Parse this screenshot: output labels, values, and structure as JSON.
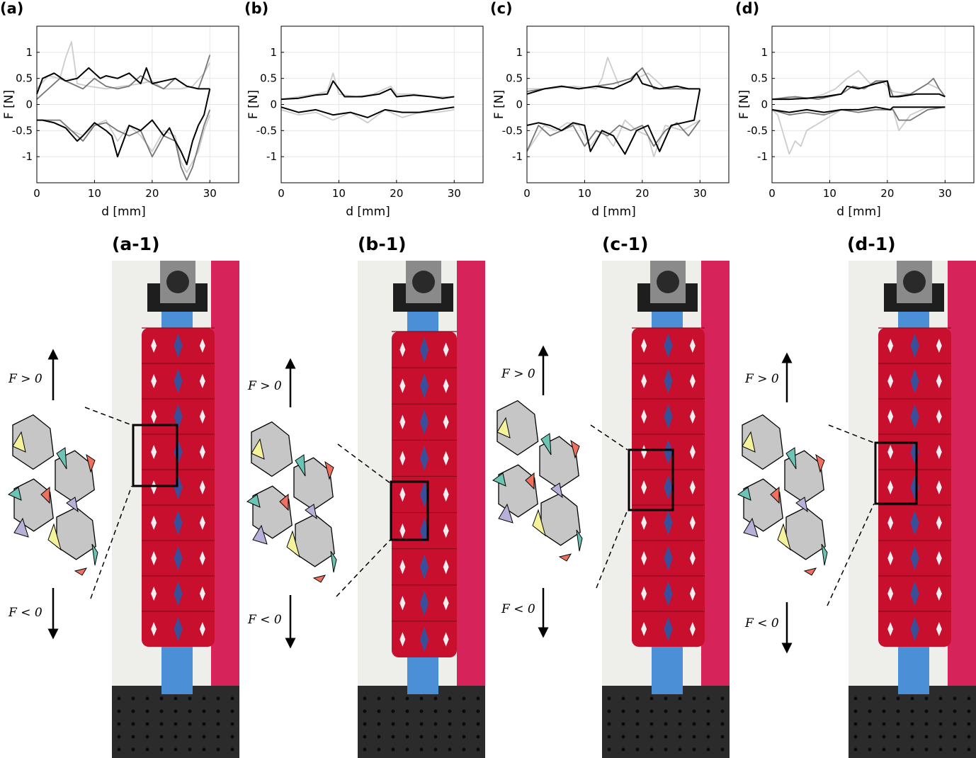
{
  "chart_data": [
    {
      "type": "line",
      "panel": "(a)",
      "xlabel": "d [mm]",
      "ylabel": "F [N]",
      "xlim": [
        0,
        35
      ],
      "ylim": [
        -1.5,
        1.5
      ],
      "xticks": [
        0,
        10,
        20,
        30
      ],
      "yticks": [
        -1,
        -0.5,
        0,
        0.5,
        1
      ],
      "grid": true,
      "series": [
        {
          "color": "#cccccc",
          "x": [
            0,
            2,
            4,
            5,
            6,
            7,
            9,
            12,
            15,
            18,
            20,
            22,
            25,
            27,
            29,
            30
          ],
          "y": [
            0.3,
            0.55,
            0.5,
            0.9,
            1.2,
            0.4,
            0.35,
            0.3,
            0.35,
            0.4,
            0.45,
            0.3,
            0.3,
            0.35,
            0.6,
            0.8
          ]
        },
        {
          "color": "#cccccc",
          "x": [
            30,
            29,
            28,
            26,
            25,
            24,
            22,
            20,
            18,
            16,
            14,
            12,
            10,
            8,
            6,
            4,
            2,
            0
          ],
          "y": [
            -0.2,
            -0.5,
            -0.9,
            -1.3,
            -1.1,
            -0.6,
            -0.5,
            -0.9,
            -0.6,
            -0.4,
            -0.7,
            -0.3,
            -0.4,
            -0.6,
            -0.5,
            -0.4,
            -0.3,
            -0.3
          ]
        },
        {
          "color": "#777777",
          "x": [
            0,
            2,
            4,
            6,
            8,
            10,
            12,
            14,
            16,
            18,
            20,
            22,
            24,
            26,
            28,
            29,
            30
          ],
          "y": [
            0.1,
            0.3,
            0.5,
            0.4,
            0.3,
            0.5,
            0.35,
            0.3,
            0.35,
            0.55,
            0.4,
            0.3,
            0.5,
            0.35,
            0.3,
            0.6,
            0.95
          ]
        },
        {
          "color": "#777777",
          "x": [
            30,
            29,
            28,
            27,
            26,
            25,
            24,
            22,
            20,
            18,
            16,
            14,
            12,
            10,
            8,
            6,
            4,
            2,
            0
          ],
          "y": [
            -0.1,
            -0.4,
            -0.8,
            -1.2,
            -1.45,
            -1.2,
            -0.7,
            -0.6,
            -1.0,
            -0.5,
            -0.6,
            -0.5,
            -0.35,
            -0.4,
            -0.7,
            -0.5,
            -0.3,
            -0.3,
            -0.3
          ]
        },
        {
          "color": "#000000",
          "x": [
            0,
            1,
            3,
            5,
            7,
            9,
            11,
            12,
            14,
            16,
            18,
            19,
            20,
            22,
            24,
            26,
            28,
            30
          ],
          "y": [
            0.2,
            0.5,
            0.6,
            0.45,
            0.5,
            0.7,
            0.5,
            0.55,
            0.5,
            0.6,
            0.4,
            0.7,
            0.4,
            0.45,
            0.5,
            0.35,
            0.3,
            0.3
          ]
        },
        {
          "color": "#000000",
          "x": [
            30,
            29,
            28,
            27,
            26,
            25,
            24,
            23,
            22,
            20,
            18,
            16,
            14,
            13,
            12,
            10,
            8,
            7,
            5,
            3,
            1,
            0
          ],
          "y": [
            0.3,
            -0.2,
            -0.4,
            -0.7,
            -1.15,
            -0.9,
            -0.7,
            -0.45,
            -0.6,
            -0.3,
            -0.5,
            -0.4,
            -1.0,
            -0.6,
            -0.5,
            -0.35,
            -0.6,
            -0.7,
            -0.45,
            -0.35,
            -0.3,
            -0.3
          ]
        }
      ]
    },
    {
      "type": "line",
      "panel": "(b)",
      "xlabel": "d [mm]",
      "ylabel": "F [N]",
      "xlim": [
        0,
        35
      ],
      "ylim": [
        -1.5,
        1.5
      ],
      "xticks": [
        0,
        10,
        20,
        30
      ],
      "yticks": [
        -1,
        -0.5,
        0,
        0.5,
        1
      ],
      "grid": true,
      "series": [
        {
          "color": "#cccccc",
          "x": [
            0,
            3,
            6,
            8,
            9,
            10,
            13,
            16,
            19,
            20,
            23,
            26,
            28,
            30
          ],
          "y": [
            0.1,
            0.15,
            0.2,
            0.25,
            0.6,
            0.2,
            0.15,
            0.2,
            0.35,
            0.2,
            0.2,
            0.15,
            0.15,
            0.15
          ]
        },
        {
          "color": "#cccccc",
          "x": [
            30,
            27,
            24,
            21,
            18,
            15,
            12,
            9,
            6,
            3,
            0
          ],
          "y": [
            -0.1,
            -0.15,
            -0.15,
            -0.25,
            -0.1,
            -0.35,
            -0.15,
            -0.3,
            -0.15,
            -0.2,
            -0.1
          ]
        },
        {
          "color": "#000000",
          "x": [
            0,
            3,
            6,
            8,
            9,
            11,
            14,
            17,
            19,
            20,
            23,
            26,
            28,
            30
          ],
          "y": [
            0.1,
            0.12,
            0.18,
            0.2,
            0.45,
            0.15,
            0.15,
            0.2,
            0.3,
            0.15,
            0.18,
            0.15,
            0.12,
            0.15
          ]
        },
        {
          "color": "#000000",
          "x": [
            30,
            27,
            24,
            21,
            18,
            15,
            12,
            9,
            6,
            3,
            0
          ],
          "y": [
            -0.05,
            -0.1,
            -0.15,
            -0.15,
            -0.1,
            -0.25,
            -0.15,
            -0.2,
            -0.1,
            -0.15,
            -0.05
          ]
        }
      ]
    },
    {
      "type": "line",
      "panel": "(c)",
      "xlabel": "d [mm]",
      "ylabel": "F [N]",
      "xlim": [
        0,
        35
      ],
      "ylim": [
        -1.5,
        1.5
      ],
      "xticks": [
        0,
        10,
        20,
        30
      ],
      "yticks": [
        -1,
        -0.5,
        0,
        0.5,
        1
      ],
      "grid": true,
      "series": [
        {
          "color": "#cccccc",
          "x": [
            0,
            4,
            8,
            12,
            13,
            14,
            16,
            19,
            21,
            24,
            27,
            30
          ],
          "y": [
            0.3,
            0.3,
            0.35,
            0.3,
            0.5,
            0.9,
            0.35,
            0.5,
            0.6,
            0.3,
            0.3,
            0.3
          ]
        },
        {
          "color": "#cccccc",
          "x": [
            30,
            27,
            24,
            22,
            21,
            19,
            17,
            15,
            13,
            11,
            9,
            7,
            5,
            3,
            0
          ],
          "y": [
            -0.3,
            -0.5,
            -0.4,
            -1.0,
            -0.6,
            -0.5,
            -0.3,
            -0.8,
            -0.5,
            -0.8,
            -0.4,
            -0.35,
            -0.5,
            -0.4,
            -0.9
          ]
        },
        {
          "color": "#777777",
          "x": [
            0,
            3,
            6,
            9,
            12,
            15,
            18,
            20,
            22,
            25,
            28,
            30
          ],
          "y": [
            0.25,
            0.3,
            0.35,
            0.3,
            0.35,
            0.4,
            0.5,
            0.7,
            0.3,
            0.3,
            0.3,
            0.3
          ]
        },
        {
          "color": "#777777",
          "x": [
            30,
            28,
            26,
            24,
            22,
            20,
            18,
            16,
            14,
            12,
            10,
            8,
            6,
            4,
            2,
            0
          ],
          "y": [
            -0.3,
            -0.6,
            -0.35,
            -0.5,
            -0.8,
            -0.4,
            -0.5,
            -0.4,
            -0.6,
            -0.5,
            -0.8,
            -0.4,
            -0.5,
            -0.6,
            -0.4,
            -0.9
          ]
        },
        {
          "color": "#000000",
          "x": [
            0,
            3,
            6,
            9,
            12,
            15,
            18,
            19,
            20,
            23,
            26,
            28,
            30
          ],
          "y": [
            0.2,
            0.3,
            0.35,
            0.3,
            0.35,
            0.3,
            0.45,
            0.6,
            0.4,
            0.3,
            0.35,
            0.3,
            0.3
          ]
        },
        {
          "color": "#000000",
          "x": [
            30,
            29,
            27,
            25,
            23,
            21,
            19,
            17,
            15,
            13,
            11,
            10,
            8,
            6,
            4,
            2,
            0
          ],
          "y": [
            0.3,
            -0.3,
            -0.35,
            -0.4,
            -0.9,
            -0.4,
            -0.5,
            -0.95,
            -0.6,
            -0.5,
            -0.9,
            -0.4,
            -0.35,
            -0.5,
            -0.4,
            -0.35,
            -0.4
          ]
        }
      ]
    },
    {
      "type": "line",
      "panel": "(d)",
      "xlabel": "d [mm]",
      "ylabel": "F [N]",
      "xlim": [
        0,
        35
      ],
      "ylim": [
        -1.5,
        1.5
      ],
      "xticks": [
        0,
        10,
        20,
        30
      ],
      "yticks": [
        -1,
        -0.5,
        0,
        0.5,
        1
      ],
      "grid": true,
      "series": [
        {
          "color": "#cccccc",
          "x": [
            0,
            3,
            6,
            9,
            11,
            13,
            15,
            17,
            19,
            21,
            24,
            27,
            29,
            30
          ],
          "y": [
            0.1,
            0.15,
            0.1,
            0.2,
            0.3,
            0.5,
            0.65,
            0.4,
            0.45,
            0.25,
            0.2,
            0.4,
            0.3,
            0.15
          ]
        },
        {
          "color": "#cccccc",
          "x": [
            30,
            27,
            24,
            22,
            21,
            18,
            15,
            12,
            9,
            6,
            5,
            4,
            3,
            1,
            0
          ],
          "y": [
            -0.05,
            -0.05,
            -0.2,
            -0.5,
            -0.1,
            -0.1,
            -0.1,
            -0.1,
            -0.3,
            -0.5,
            -0.8,
            -0.7,
            -0.95,
            -0.2,
            -0.1
          ]
        },
        {
          "color": "#777777",
          "x": [
            0,
            4,
            8,
            12,
            14,
            16,
            18,
            20,
            21,
            24,
            27,
            28,
            29,
            30
          ],
          "y": [
            0.1,
            0.15,
            0.1,
            0.2,
            0.35,
            0.3,
            0.45,
            0.45,
            0.15,
            0.2,
            0.4,
            0.5,
            0.3,
            0.15
          ]
        },
        {
          "color": "#777777",
          "x": [
            30,
            27,
            24,
            22,
            21,
            18,
            15,
            12,
            9,
            6,
            3,
            0
          ],
          "y": [
            -0.05,
            -0.1,
            -0.3,
            -0.3,
            -0.1,
            -0.1,
            -0.15,
            -0.1,
            -0.2,
            -0.15,
            -0.2,
            -0.1
          ]
        },
        {
          "color": "#000000",
          "x": [
            0,
            3,
            6,
            9,
            12,
            13,
            15,
            18,
            20,
            20.5,
            22,
            25,
            28,
            29,
            30
          ],
          "y": [
            0.1,
            0.1,
            0.12,
            0.15,
            0.2,
            0.35,
            0.3,
            0.4,
            0.45,
            0.15,
            0.15,
            0.2,
            0.2,
            0.2,
            0.15
          ]
        },
        {
          "color": "#000000",
          "x": [
            30,
            27,
            24,
            21,
            20.5,
            18,
            15,
            12,
            9,
            6,
            3,
            0
          ],
          "y": [
            -0.05,
            -0.05,
            -0.05,
            -0.05,
            -0.1,
            -0.05,
            -0.1,
            -0.1,
            -0.15,
            -0.1,
            -0.15,
            -0.1
          ]
        }
      ]
    }
  ],
  "panels": [
    {
      "label": "(a)",
      "title": "(a-1)",
      "f_pos": "F > 0",
      "f_neg": "F < 0"
    },
    {
      "label": "(b)",
      "title": "(b-1)",
      "f_pos": "F > 0",
      "f_neg": "F < 0"
    },
    {
      "label": "(c)",
      "title": "(c-1)",
      "f_pos": "F > 0",
      "f_neg": "F < 0"
    },
    {
      "label": "(d)",
      "title": "(d-1)",
      "f_pos": "F > 0",
      "f_neg": "F < 0"
    }
  ],
  "colors": {
    "origami_red": "#c8102e",
    "tile_gray": "#c6c6c6",
    "teal": "#6cc4b4",
    "yellow": "#f4f29a",
    "lavender": "#b7b0d8",
    "salmon": "#f07060",
    "grip_blue": "#4b8fd6",
    "sponge_pink": "#d6245a"
  }
}
